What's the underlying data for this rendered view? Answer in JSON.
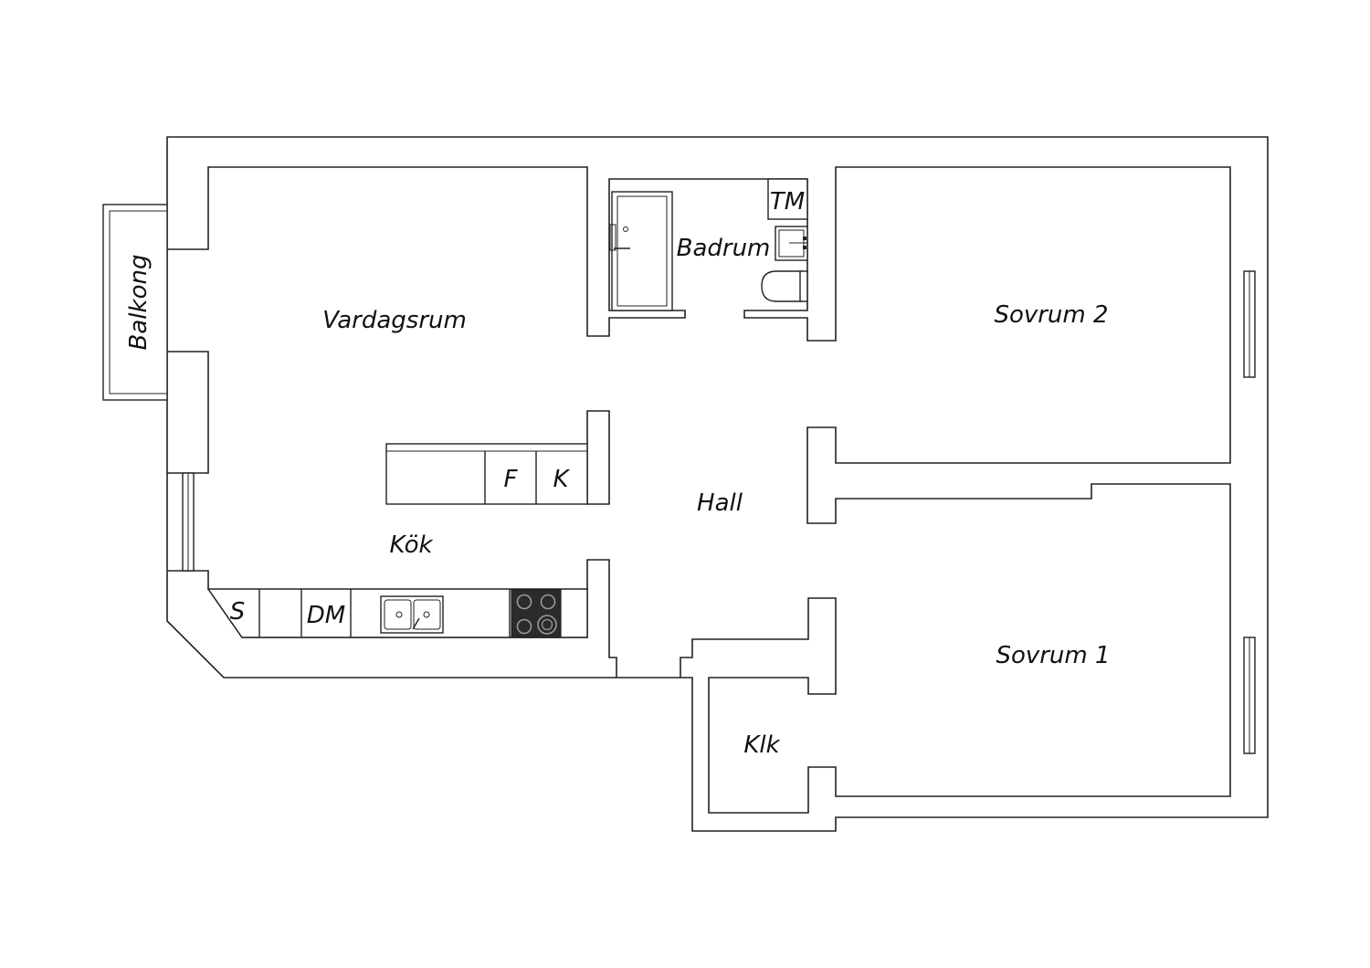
{
  "rooms": {
    "living": "Vardagsrum",
    "bathroom": "Badrum",
    "bedroom2": "Sovrum 2",
    "hall": "Hall",
    "kitchen": "Kök",
    "bedroom1": "Sovrum 1",
    "closet": "Klk",
    "balcony": "Balkong"
  },
  "appliances": {
    "washer": "TM",
    "fridge": "F",
    "freezer": "K",
    "storage": "S",
    "dishwasher": "DM"
  },
  "colors": {
    "line": "#222222",
    "background": "#ffffff",
    "stove": "#2b2b2b"
  }
}
